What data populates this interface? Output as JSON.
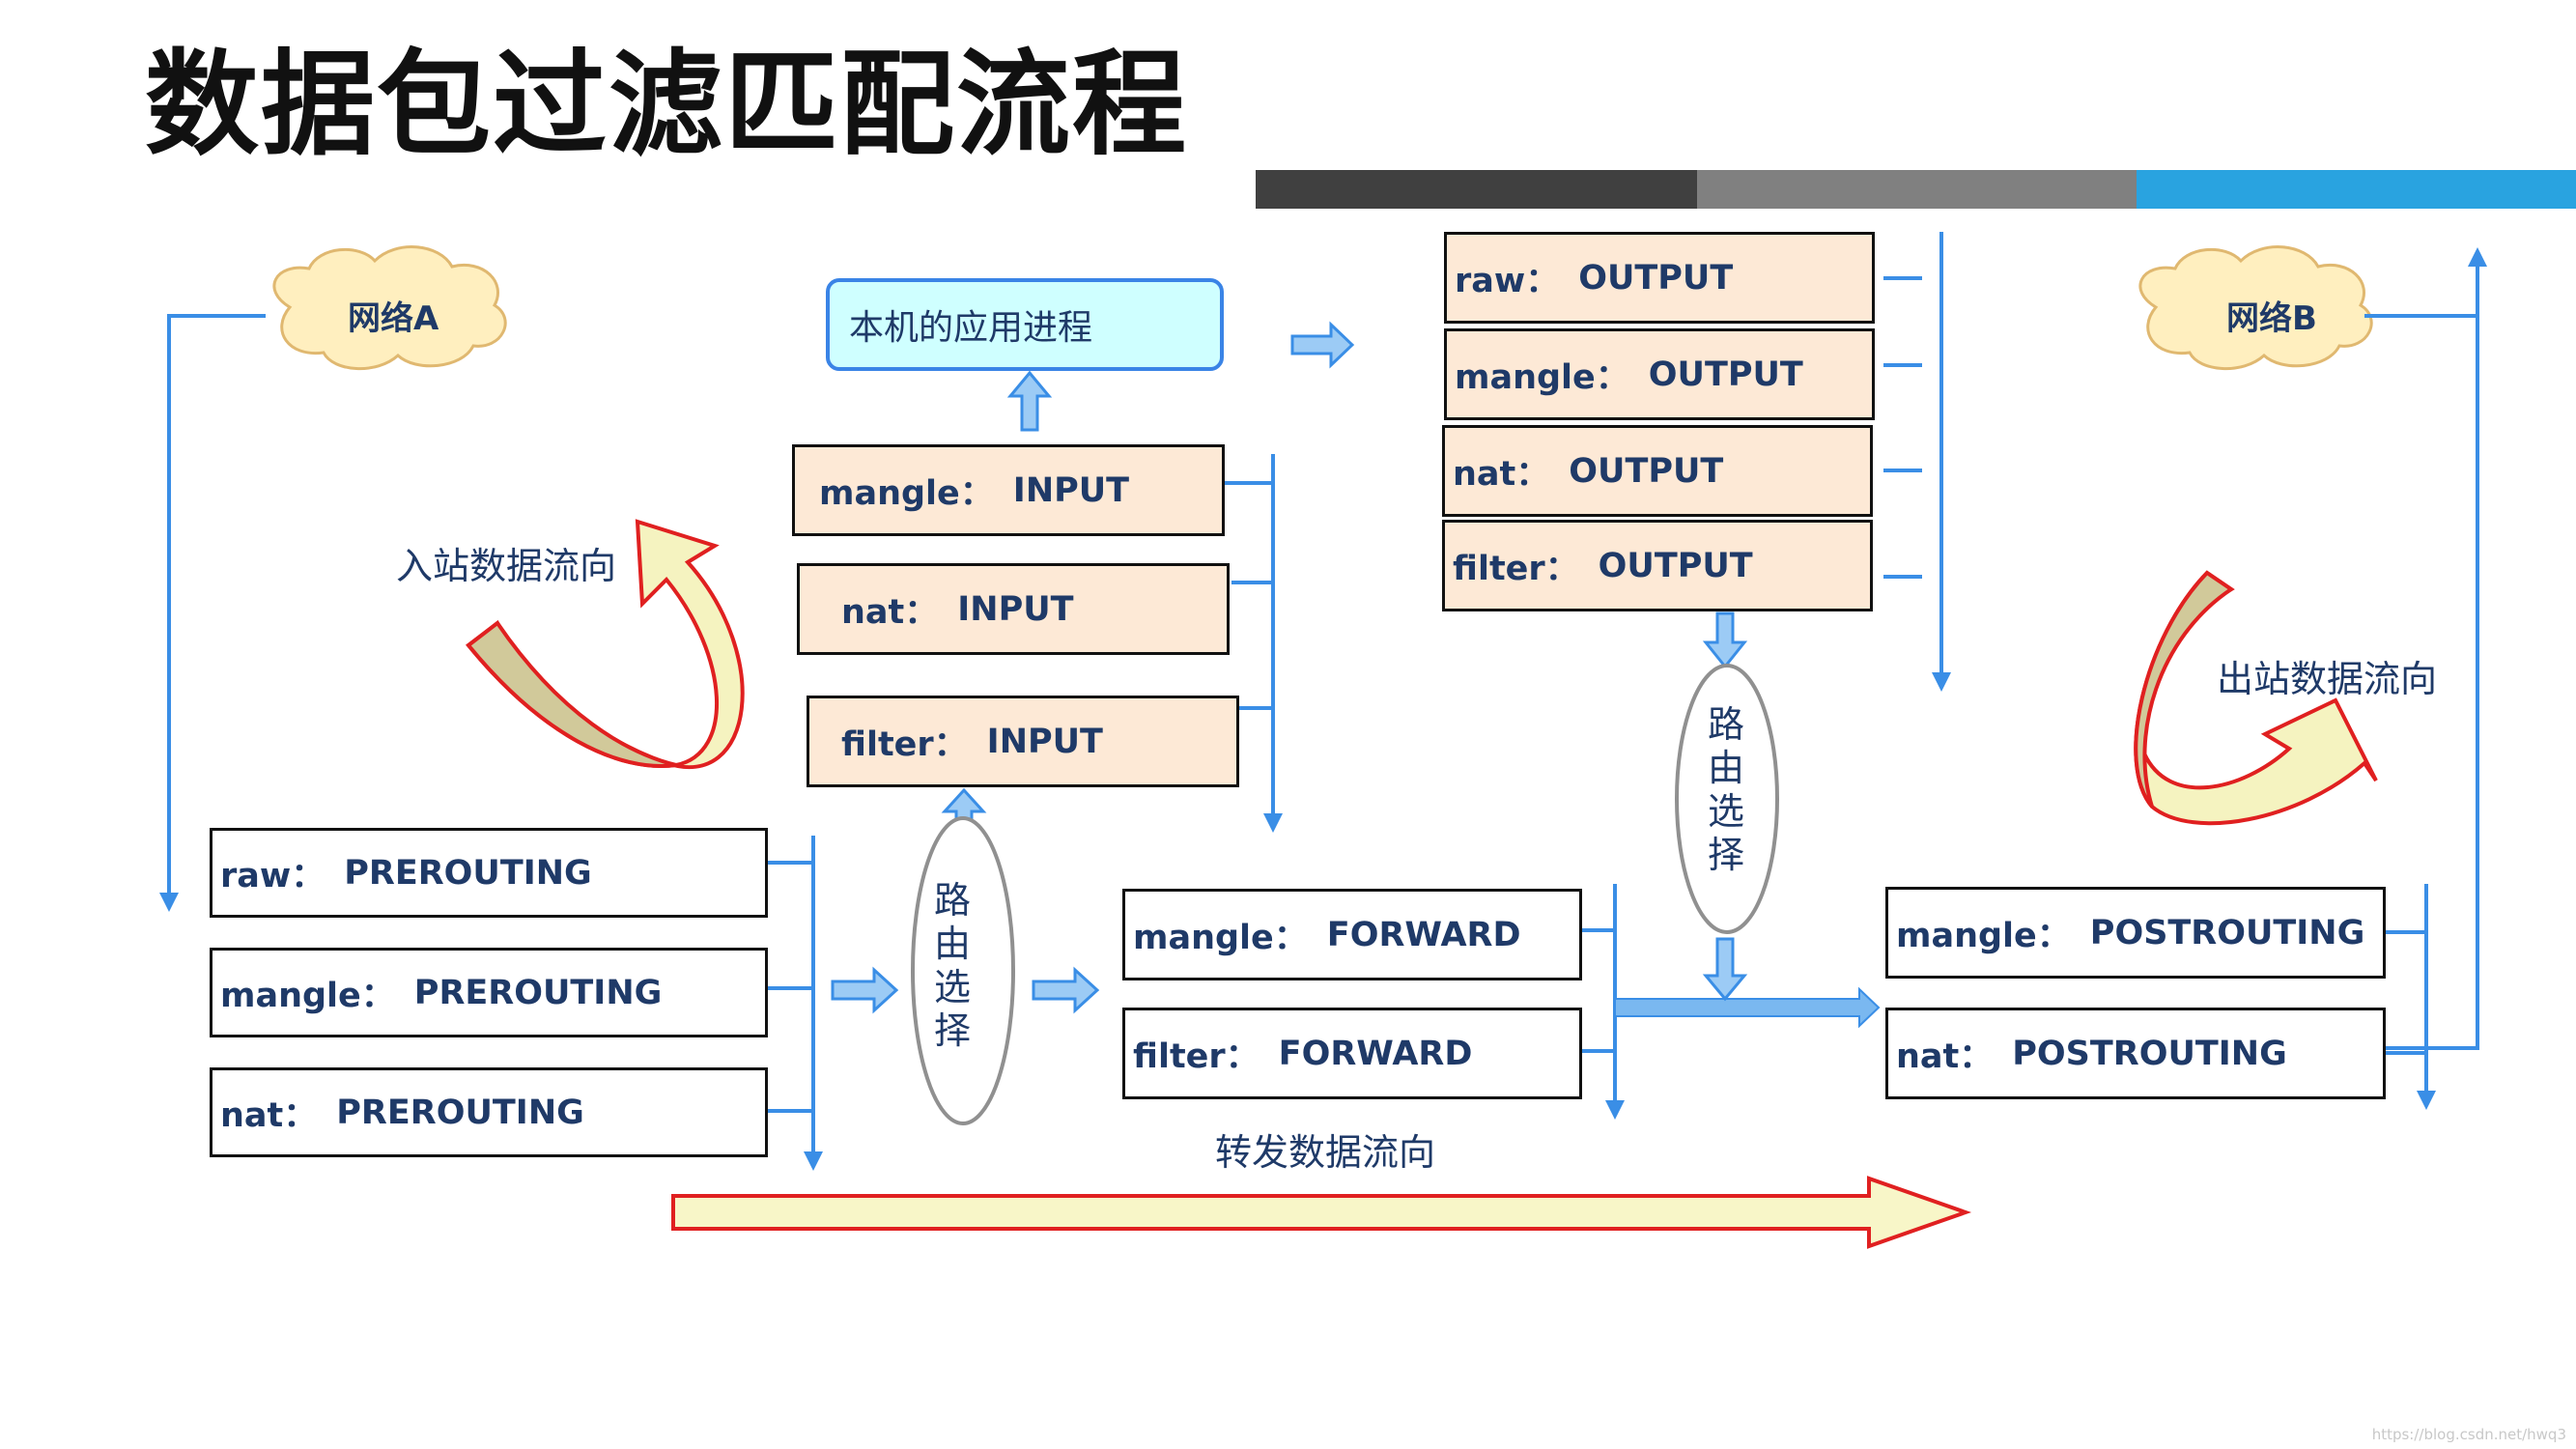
{
  "title": "数据包过滤匹配流程",
  "header_bar_colors": [
    "#404040",
    "#808080",
    "#29a3e0"
  ],
  "networks": {
    "a": "网络A",
    "b": "网络B"
  },
  "app_process": "本机的应用进程",
  "routing_label": [
    "路",
    "由",
    "选",
    "择"
  ],
  "flows": {
    "inbound": "入站数据流向",
    "outbound": "出站数据流向",
    "forward": "转发数据流向"
  },
  "prerouting": [
    {
      "table": "raw：",
      "chain": "PREROUTING"
    },
    {
      "table": "mangle：",
      "chain": "PREROUTING"
    },
    {
      "table": "nat：",
      "chain": "PREROUTING"
    }
  ],
  "input": [
    {
      "table": "mangle：",
      "chain": "INPUT"
    },
    {
      "table": "nat：",
      "chain": "INPUT"
    },
    {
      "table": "filter：",
      "chain": "INPUT"
    }
  ],
  "output": [
    {
      "table": "raw：",
      "chain": "OUTPUT"
    },
    {
      "table": "mangle：",
      "chain": "OUTPUT"
    },
    {
      "table": "nat：",
      "chain": "OUTPUT"
    },
    {
      "table": "filter：",
      "chain": "OUTPUT"
    }
  ],
  "forward": [
    {
      "table": "mangle：",
      "chain": "FORWARD"
    },
    {
      "table": "filter：",
      "chain": "FORWARD"
    }
  ],
  "postrouting": [
    {
      "table": "mangle：",
      "chain": "POSTROUTING"
    },
    {
      "table": "nat：",
      "chain": "POSTROUTING"
    }
  ],
  "colors": {
    "connector": "#3a8ee6",
    "box_text": "#1f3a68",
    "peach": "#fde9d6",
    "cloud": "#ffefbf"
  },
  "watermark": "https://blog.csdn.net/hwq3"
}
